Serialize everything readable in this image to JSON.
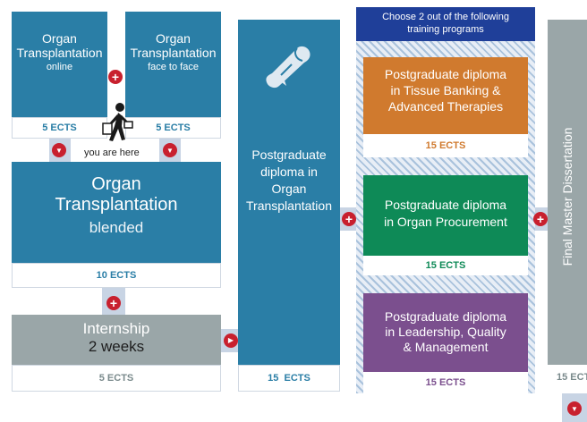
{
  "online": {
    "title_line1": "Organ",
    "title_line2": "Transplantation",
    "subtitle": "online",
    "ects": "5 ECTS"
  },
  "face": {
    "title_line1": "Organ",
    "title_line2": "Transplantation",
    "subtitle": "face to face",
    "ects": "5 ECTS"
  },
  "marker": {
    "label": "you are here"
  },
  "blended": {
    "title_line1": "Organ",
    "title_line2": "Transplantation",
    "subtitle": "blended",
    "ects": "10 ECTS"
  },
  "internship": {
    "title_line1": "Internship",
    "title_line2": "2 weeks",
    "ects": "5 ECTS"
  },
  "pgd": {
    "line1": "Postgraduate",
    "line2": "diploma in",
    "line3": "Organ",
    "line4": "Transplantation",
    "ects": "15  ECTS"
  },
  "choose": {
    "line1": "Choose 2 out of the following",
    "line2": "training programs"
  },
  "programs": [
    {
      "line1": "Postgraduate diploma",
      "line2": "in Tissue Banking &",
      "line3": "Advanced Therapies",
      "ects": "15 ECTS",
      "color": "#d07a2e",
      "ects_color": "#d07a2e"
    },
    {
      "line1": "Postgraduate diploma",
      "line2": "in Organ Procurement",
      "line3": "",
      "ects": "15 ECTS",
      "color": "#0e8a57",
      "ects_color": "#0e8a57"
    },
    {
      "line1": "Postgraduate diploma",
      "line2": "in Leadership, Quality",
      "line3": "& Management",
      "ects": "15 ECTS",
      "color": "#7b4f8e",
      "ects_color": "#7b4f8e"
    }
  ],
  "dissertation": {
    "title": "Final Master Dissertation",
    "ects": "15 ECT"
  },
  "symbols": {
    "plus": "+",
    "down": "▼",
    "right": "▶"
  },
  "colors": {
    "blue": "#2a7ea6",
    "gray": "#9aa6a8",
    "red": "#c8202e",
    "navy": "#1f3f99"
  }
}
